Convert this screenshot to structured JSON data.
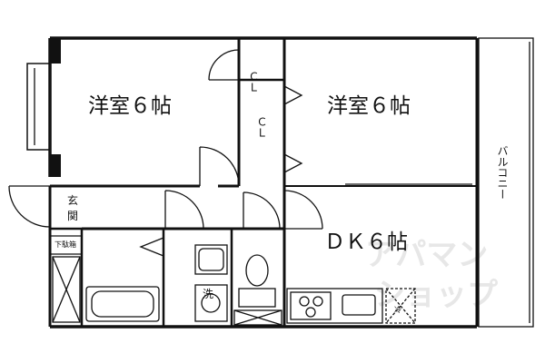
{
  "rooms": {
    "western_room_left": "洋室６帖",
    "western_room_right": "洋室６帖",
    "dk": "ＤＫ６帖",
    "closet_top": "ＣＬ",
    "closet_bottom": "ＣＬ",
    "entrance_1": "玄",
    "entrance_2": "関",
    "shoe_box": "下駄箱",
    "washbasin": "洗",
    "refrigerator": "冷"
  },
  "balcony": {
    "label": "バルコニー"
  },
  "watermark": {
    "line1": "アパマン",
    "line2": "ショップ"
  },
  "colors": {
    "wall": "#111111",
    "watermark": "#e7e7e7",
    "background": "#ffffff"
  }
}
